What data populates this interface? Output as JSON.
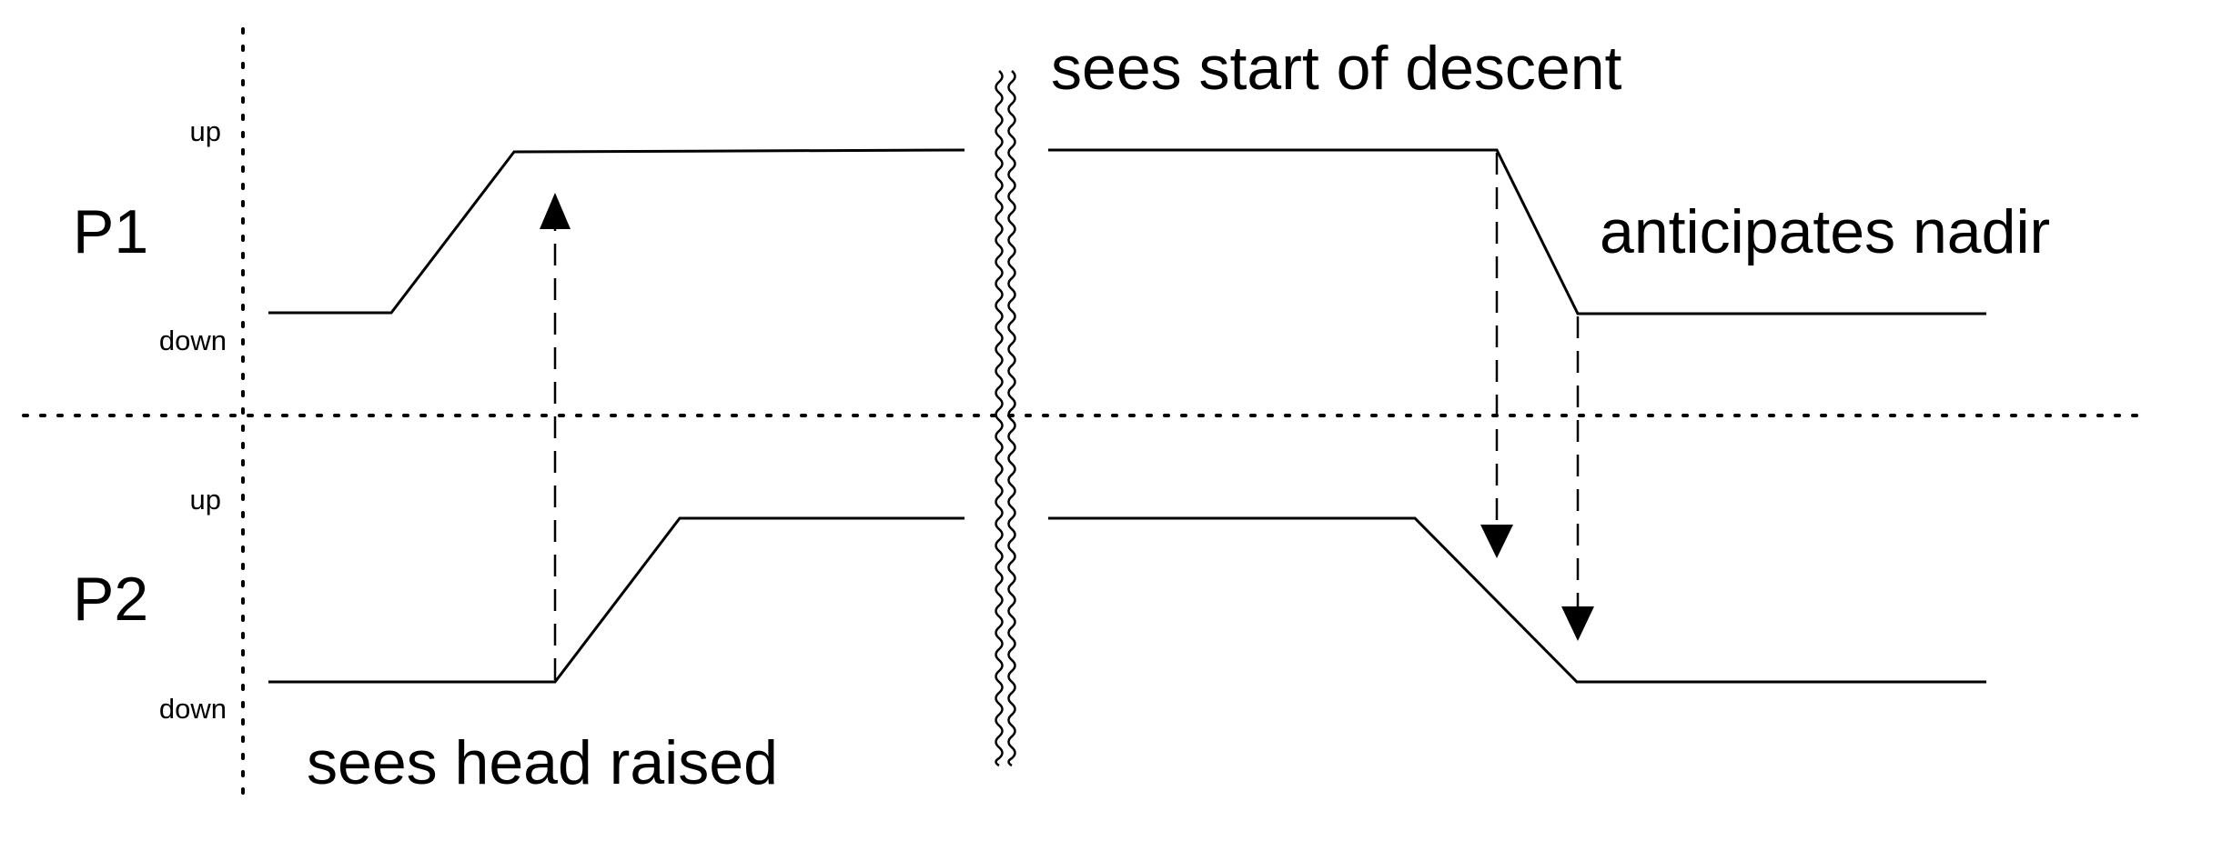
{
  "rows": [
    {
      "label": "P1",
      "up_label": "up",
      "down_label": "down"
    },
    {
      "label": "P2",
      "up_label": "up",
      "down_label": "down"
    }
  ],
  "annotations": {
    "sees_head_raised": "sees head raised",
    "sees_start_of_descent": "sees start of descent",
    "anticipates_nadir": "anticipates nadir"
  },
  "arrow_directions": {
    "head_raised": "up",
    "start_of_descent": "down",
    "nadir": "down"
  }
}
